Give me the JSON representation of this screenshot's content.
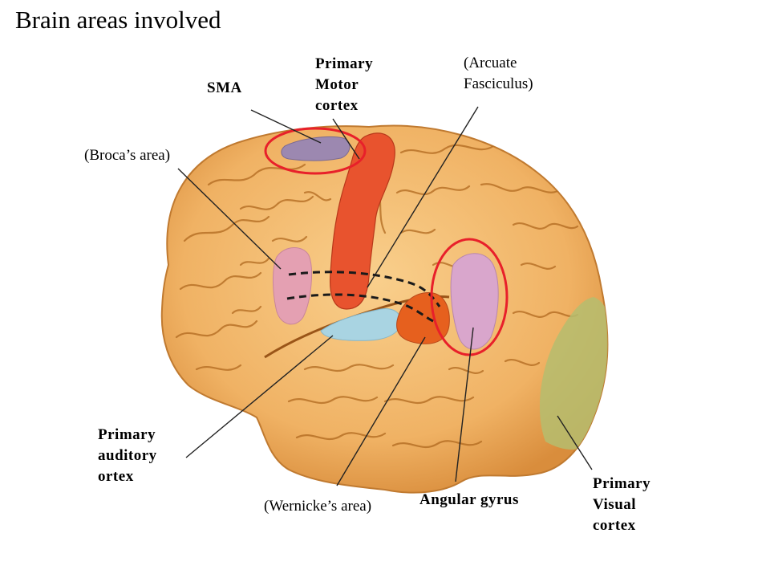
{
  "slide": {
    "title": "Brain areas involved"
  },
  "labels": {
    "sma": "SMA",
    "primary_motor": "Primary\nMotor\ncortex",
    "arcuate": "(Arcuate\nFasciculus)",
    "broca": "(Broca’s area)",
    "primary_auditory": "Primary\nauditory\nortex",
    "wernicke": "(Wernicke’s area)",
    "angular_gyrus": "Angular gyrus",
    "primary_visual": "Primary\nVisual\ncortex"
  },
  "colors": {
    "brain": "#f2b86a",
    "sulcus": "#b0691f",
    "motor_cortex": "#e8532e",
    "sma": "#9c88b0",
    "broca": "#e4a0b2",
    "auditory": "#a9d4e2",
    "wernicke": "#e6601e",
    "angular": "#d9a6cc",
    "visual": "#b5bd6e",
    "highlight_circle": "#e8202a"
  }
}
